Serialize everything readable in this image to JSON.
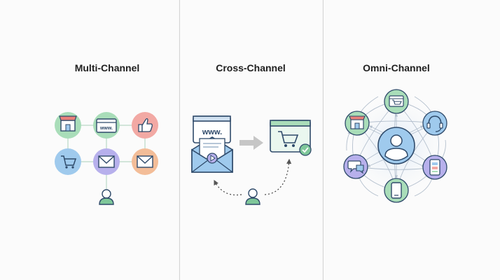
{
  "sections": [
    {
      "title": "Multi-Channel"
    },
    {
      "title": "Cross-Channel"
    },
    {
      "title": "Omni-Channel"
    }
  ],
  "text": {
    "www": "www.",
    "browser_www": "www."
  },
  "colors": {
    "green": "#a9ddb9",
    "red": "#f2a9a4",
    "blue": "#9fcaed",
    "purple": "#b7b0ec",
    "orange": "#f3bd98",
    "teal": "#9fd8cf",
    "navy": "#2f4a6a",
    "person": "#7fc79a"
  },
  "icons": {
    "store": "store-icon",
    "web": "web-icon",
    "like": "thumbs-up-icon",
    "cart": "shopping-cart-icon",
    "email": "email-icon",
    "user": "user-icon",
    "support": "headset-icon",
    "chat": "chat-icon",
    "mobile": "mobile-phone-icon",
    "checkout": "checkout-browser-icon"
  }
}
